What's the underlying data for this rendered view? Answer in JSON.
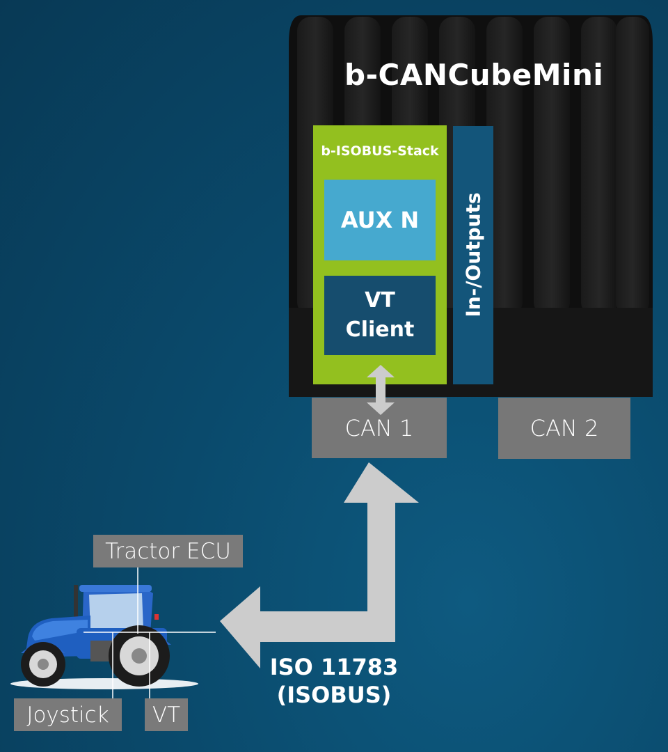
{
  "device": {
    "title": "b-CANCubeMini",
    "stack_label": "b-ISOBUS-Stack",
    "aux_label": "AUX N",
    "vt_client_line1": "VT",
    "vt_client_line2": "Client",
    "io_label": "In-/Outputs"
  },
  "ports": {
    "can1": "CAN 1",
    "can2": "CAN 2"
  },
  "bus": {
    "line1": "ISO 11783",
    "line2": "(ISOBUS)"
  },
  "tractor": {
    "ecu_label": "Tractor ECU",
    "joystick_label": "Joystick",
    "vt_label": "VT"
  },
  "colors": {
    "stack_green": "#93c01f",
    "aux_blue": "#46a9cf",
    "vt_client_navy": "#164d6e",
    "io_bar": "#13557a",
    "port_grey": "#777777",
    "arrow_grey": "#cccccc",
    "tractor_blue": "#1f5fc0"
  },
  "icons": [
    "up-down-arrow-icon",
    "bus-arrow-icon",
    "tractor-icon"
  ]
}
